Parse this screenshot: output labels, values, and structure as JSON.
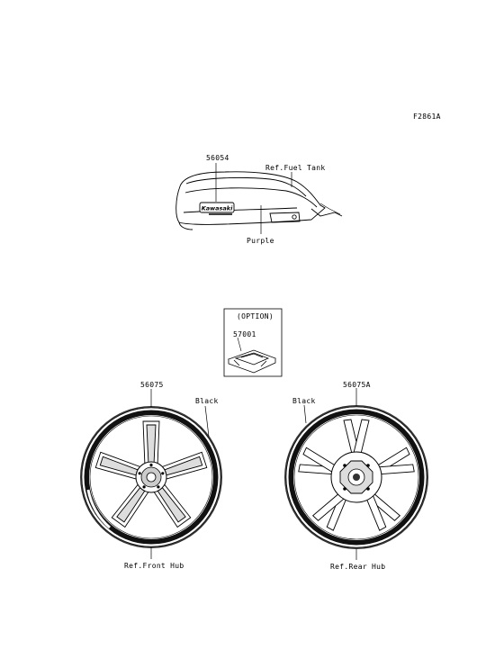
{
  "figure_code": "F2861A",
  "tank": {
    "part_number": "56054",
    "ref_label": "Ref.Fuel Tank",
    "color_label": "Purple",
    "emblem_text": "Kawasaki"
  },
  "option_box": {
    "title": "(OPTION)",
    "part_number": "57001"
  },
  "front_wheel": {
    "part_number": "56075",
    "color_label": "Black",
    "ref_label": "Ref.Front Hub"
  },
  "rear_wheel": {
    "part_number": "56075A",
    "color_label": "Black",
    "ref_label": "Ref.Rear Hub"
  }
}
